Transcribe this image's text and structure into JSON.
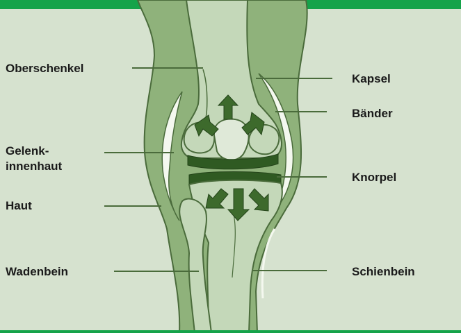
{
  "labels": {
    "oberschenkel": "Oberschenkel",
    "kapsel": "Kapsel",
    "baender": "Bänder",
    "gelenk_line1": "Gelenk-",
    "gelenk_line2": "innenhaut",
    "knorpel": "Knorpel",
    "haut": "Haut",
    "wadenbein": "Wadenbein",
    "schienbein": "Schienbein"
  },
  "colors": {
    "background": "#d6e2cf",
    "accent_bar": "#15a34a",
    "skin": "#8fb27b",
    "bone": "#c4d8b9",
    "outline": "#4a6b3b",
    "arrow": "#3d6a2c",
    "capsule": "#f4f8ef",
    "cartilage": "#2f5a22"
  }
}
